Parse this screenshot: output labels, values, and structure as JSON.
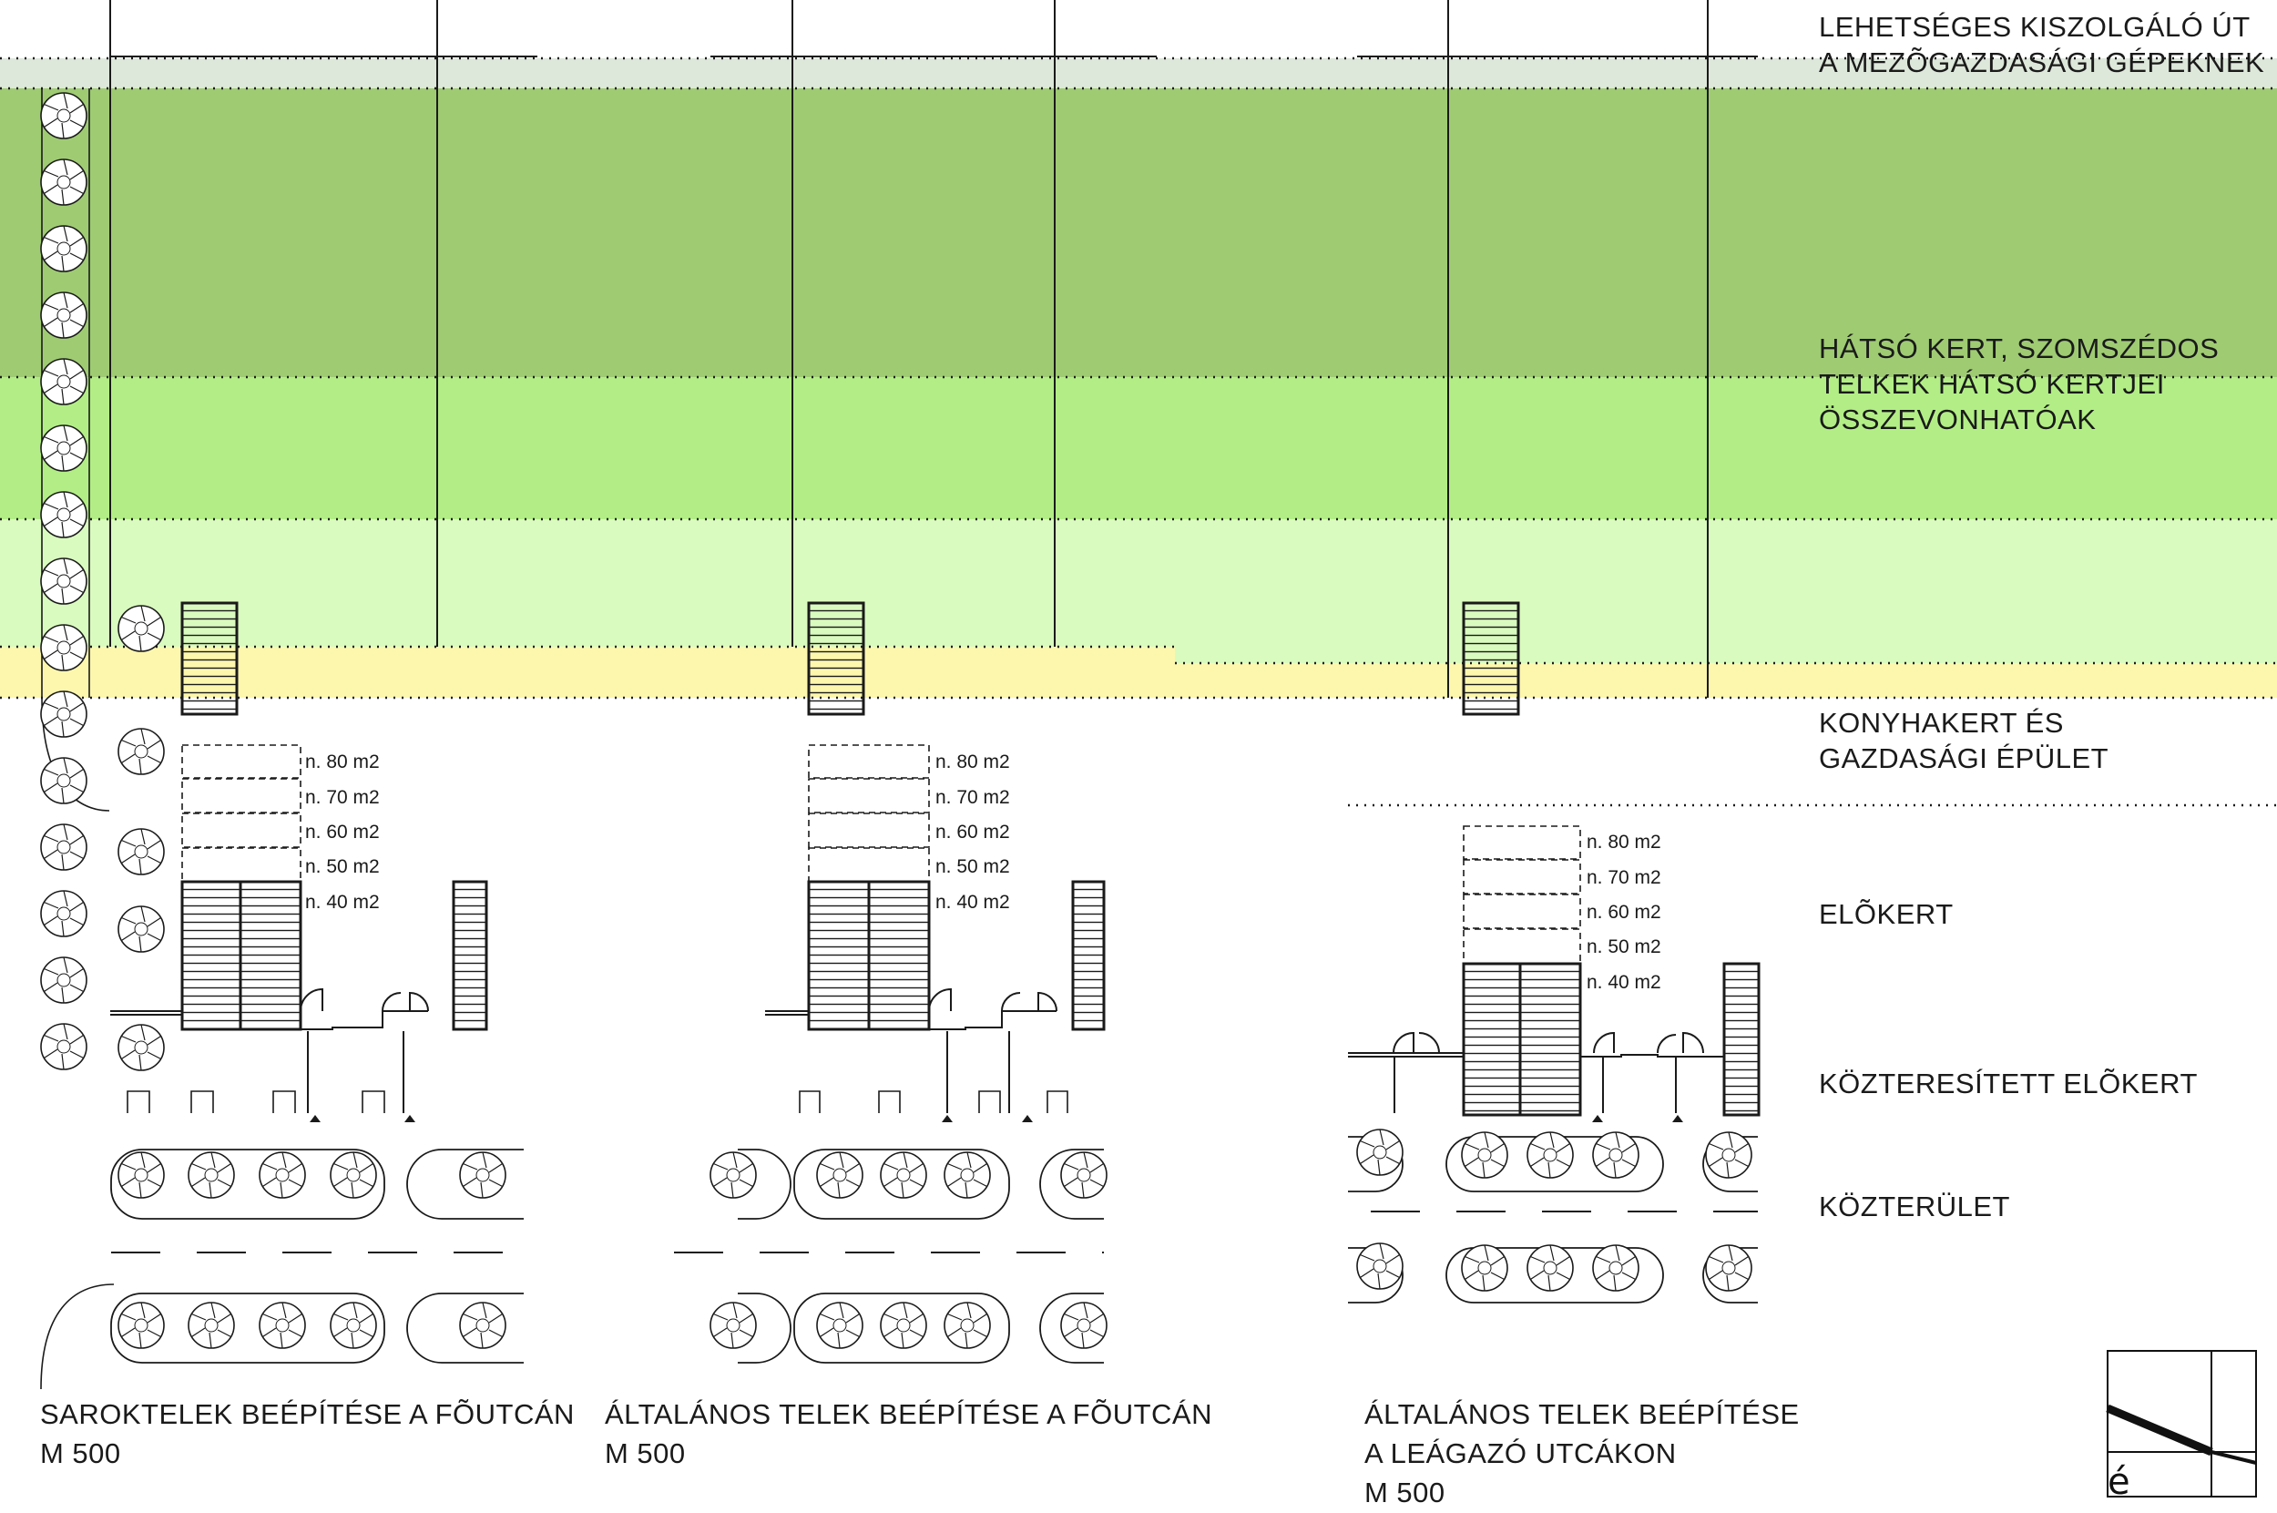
{
  "colors": {
    "service_road": "#dde7da",
    "back_garden": "#9fcb73",
    "kitchen_garden": "#b2ee85",
    "front_garden": "#dafbbf",
    "public_front_garden": "#fdf7ae",
    "line": "#1a1a1a"
  },
  "zones": [
    {
      "id": "service-road",
      "lines": [
        "LEHETSÉGES KISZOLGÁLÓ ÚT",
        "A MEZÕGAZDASÁGI GÉPEKNEK"
      ]
    },
    {
      "id": "back-garden",
      "lines": [
        "HÁTSÓ KERT, SZOMSZÉDOS",
        "TELKEK HÁTSÓ KERTJEI",
        "ÖSSZEVONHATÓAK"
      ]
    },
    {
      "id": "kitchen-garden",
      "lines": [
        "KONYHAKERT ÉS",
        "GAZDASÁGI ÉPÜLET"
      ]
    },
    {
      "id": "front-garden",
      "lines": [
        "ELÕKERT"
      ]
    },
    {
      "id": "public-front-garden",
      "lines": [
        "KÖZTERESÍTETT ELÕKERT"
      ]
    },
    {
      "id": "public-area",
      "lines": [
        "KÖZTERÜLET"
      ]
    }
  ],
  "area_labels": [
    "n. 80 m2",
    "n. 70 m2",
    "n. 60 m2",
    "n. 50 m2",
    "n. 40 m2"
  ],
  "captions": [
    {
      "id": "corner-plot",
      "lines": [
        "SAROKTELEK BEÉPÍTÉSE A FÕUTCÁN",
        "M 500"
      ]
    },
    {
      "id": "general-plot-main",
      "lines": [
        "ÁLTALÁNOS TELEK BEÉPÍTÉSE A FÕUTCÁN",
        "M 500"
      ]
    },
    {
      "id": "general-plot-branch",
      "lines": [
        "ÁLTALÁNOS TELEK BEÉPÍTÉSE",
        "A LEÁGAZÓ UTCÁKON",
        "M 500"
      ]
    }
  ],
  "logo": {
    "letter": "é"
  }
}
